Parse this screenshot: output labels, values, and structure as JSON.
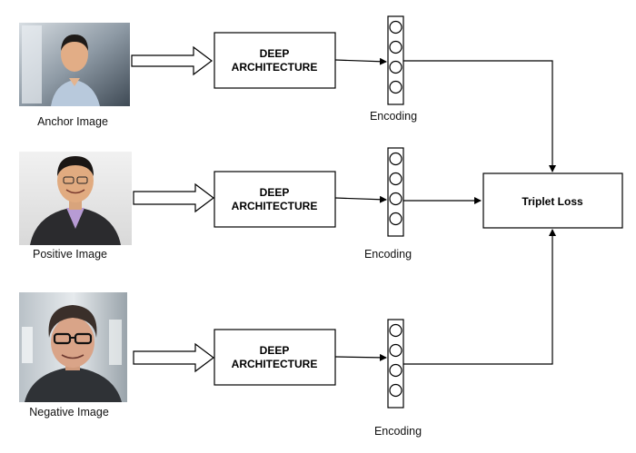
{
  "rows": [
    {
      "caption": "Anchor Image",
      "block_line1": "DEEP",
      "block_line2": "ARCHITECTURE",
      "encoding_label": "Encoding",
      "photo": "photo-man-glasses-less-office-background"
    },
    {
      "caption": "Positive Image",
      "block_line1": "DEEP",
      "block_line2": "ARCHITECTURE",
      "encoding_label": "Encoding",
      "photo": "photo-same-man-suit-gray-background"
    },
    {
      "caption": "Negative Image",
      "block_line1": "DEEP",
      "block_line2": "ARCHITECTURE",
      "encoding_label": "Encoding",
      "photo": "photo-different-man-glasses"
    }
  ],
  "loss": {
    "label": "Triplet Loss"
  },
  "colors": {
    "stroke": "#000000",
    "background": "#ffffff"
  }
}
